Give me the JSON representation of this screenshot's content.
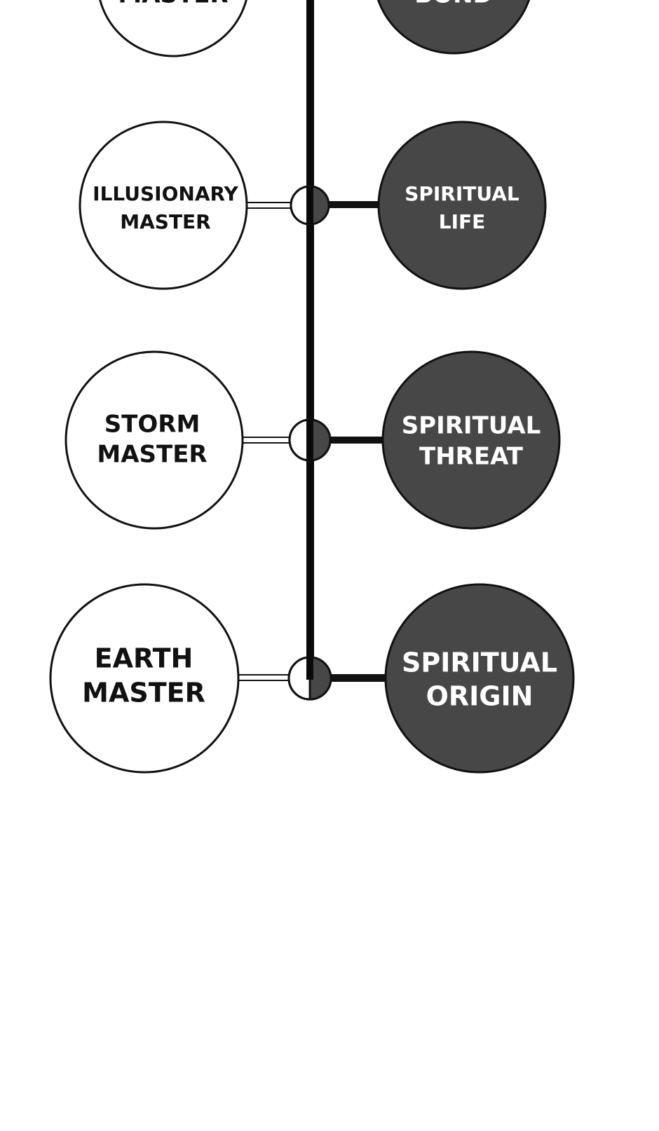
{
  "diagram": {
    "top_row": {
      "left_label": "MASTER",
      "right_label": "BOND"
    },
    "rows": [
      {
        "left": {
          "lines": [
            "ILLUSIONARY",
            "MASTER"
          ]
        },
        "right": {
          "lines": [
            "SPIRITUAL",
            "LIFE"
          ]
        }
      },
      {
        "left": {
          "lines": [
            "STORM",
            "MASTER"
          ]
        },
        "right": {
          "lines": [
            "SPIRITUAL",
            "THREAT"
          ]
        }
      },
      {
        "left": {
          "lines": [
            "EARTH",
            "MASTER"
          ]
        },
        "right": {
          "lines": [
            "SPIRITUAL",
            "ORIGIN"
          ]
        }
      }
    ],
    "colors": {
      "light_node_fill": "#ffffff",
      "dark_node_fill": "#474747",
      "outline": "#111111",
      "spine": "#0a0a0a"
    }
  }
}
